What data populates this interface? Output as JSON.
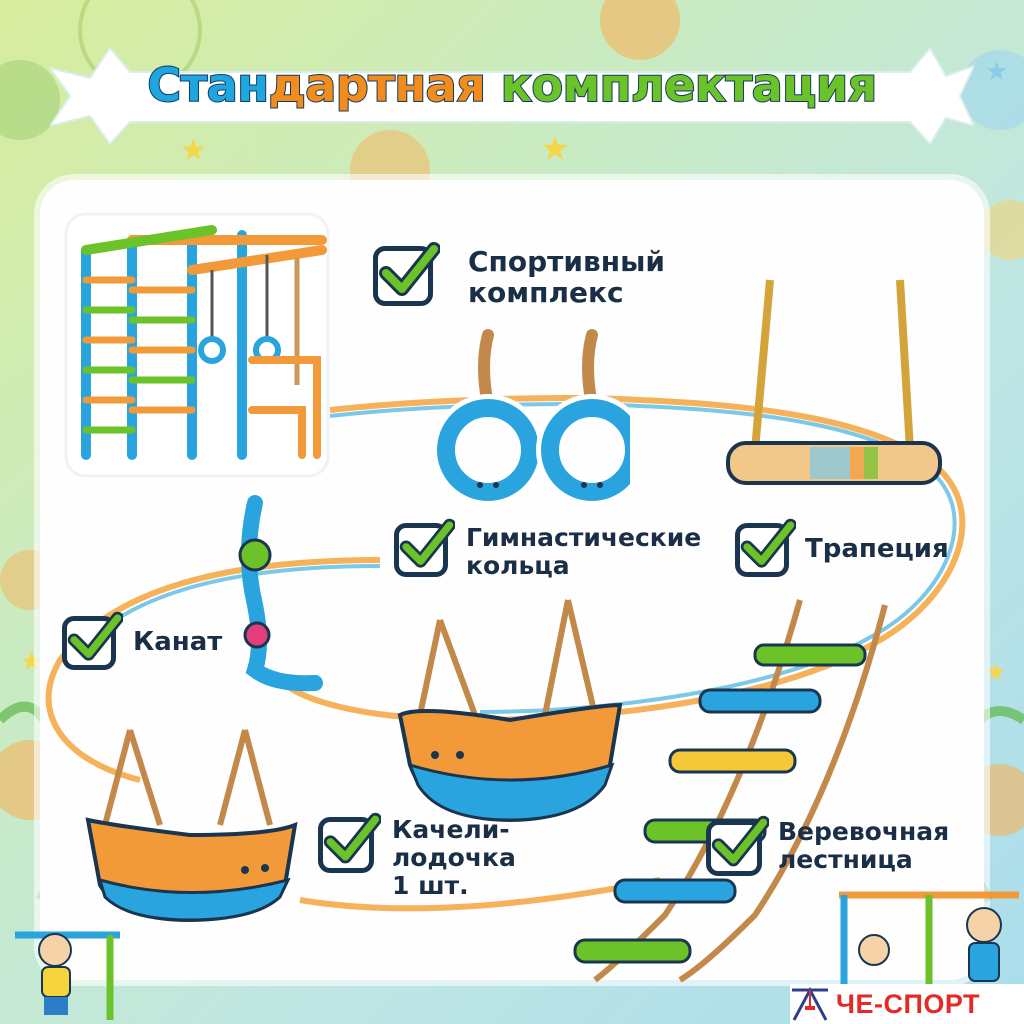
{
  "title": {
    "part1": "Стан",
    "part2": "дартная",
    "part3": "комплектация"
  },
  "items": [
    {
      "label_line1": "Спортивный",
      "label_line2": "комплекс",
      "icon": "sports-complex-illustration"
    },
    {
      "label_line1": "Гимнастические",
      "label_line2": "кольца",
      "icon": "gymnastic-rings-illustration"
    },
    {
      "label_line1": "Трапеция",
      "icon": "trapeze-illustration"
    },
    {
      "label_line1": "Канат",
      "icon": "rope-illustration"
    },
    {
      "label_line1": "Качели-",
      "label_line2": "лодочка",
      "label_line3": "1 шт.",
      "icon": "boat-swing-illustration"
    },
    {
      "label_line1": "Веревочная",
      "label_line2": "лестница",
      "icon": "rope-ladder-illustration"
    }
  ],
  "brand": {
    "name": "ЧЕ-СПОРТ"
  },
  "colors": {
    "blue": "#1fa6e0",
    "orange": "#f28c1d",
    "green": "#6cc229",
    "dark": "#1a3550",
    "brand_red": "#e32a26"
  }
}
